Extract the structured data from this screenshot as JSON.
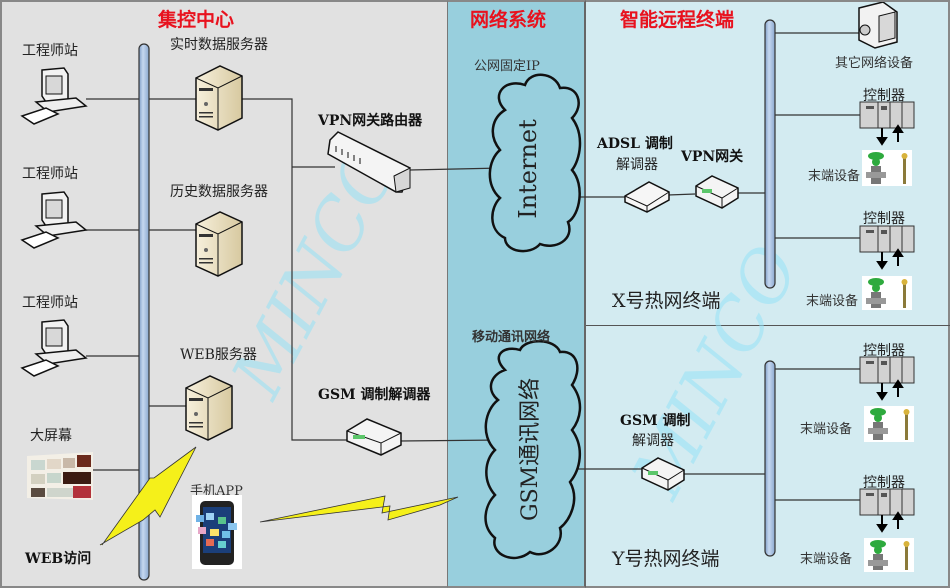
{
  "zones": {
    "center": {
      "title": "集控中心"
    },
    "network": {
      "title": "网络系统"
    },
    "remote": {
      "title": "智能远程终端"
    }
  },
  "center": {
    "workstations": [
      {
        "label": "工程师站"
      },
      {
        "label": "工程师站"
      },
      {
        "label": "工程师站"
      }
    ],
    "big_screen": {
      "label": "大屏幕"
    },
    "web_access": {
      "label": "WEB访问"
    },
    "realtime_server": {
      "label": "实时数据服务器"
    },
    "history_server": {
      "label": "历史数据服务器"
    },
    "web_server": {
      "label": "WEB服务器"
    },
    "mobile_app": {
      "label": "手机APP"
    },
    "vpn_router": {
      "label": "VPN网关路由器"
    },
    "gsm_modem": {
      "label": "GSM 调制解调器"
    }
  },
  "network": {
    "internet_caption": "公网固定IP",
    "internet_cloud": "Internet",
    "mobile_caption": "移动通讯网络",
    "gsm_cloud": "GSM通讯网络"
  },
  "remote": {
    "x_station": {
      "title": "X号热网终端",
      "adsl_modem": {
        "label_line1": "ADSL 调制",
        "label_line2": "解调器"
      },
      "vpn_gateway": {
        "label": "VPN网关"
      },
      "other_device": {
        "label": "其它网络设备"
      },
      "controllers": [
        {
          "label": "控制器",
          "terminal": "末端设备"
        },
        {
          "label": "控制器",
          "terminal": "末端设备"
        }
      ]
    },
    "y_station": {
      "title": "Y号热网终端",
      "gsm_modem": {
        "label_line1": "GSM 调制",
        "label_line2": "解调器"
      },
      "controllers": [
        {
          "label": "控制器",
          "terminal": "末端设备"
        },
        {
          "label": "控制器",
          "terminal": "末端设备"
        }
      ]
    }
  },
  "watermark": "MINCO",
  "colors": {
    "title_red": "#e8121e",
    "bus_blue": "#a9c4e4",
    "center_bg": "#e1e1e1",
    "network_bg": "#98cfdd",
    "remote_bg": "#d3ebf1",
    "lightning": "#f5f01a"
  }
}
